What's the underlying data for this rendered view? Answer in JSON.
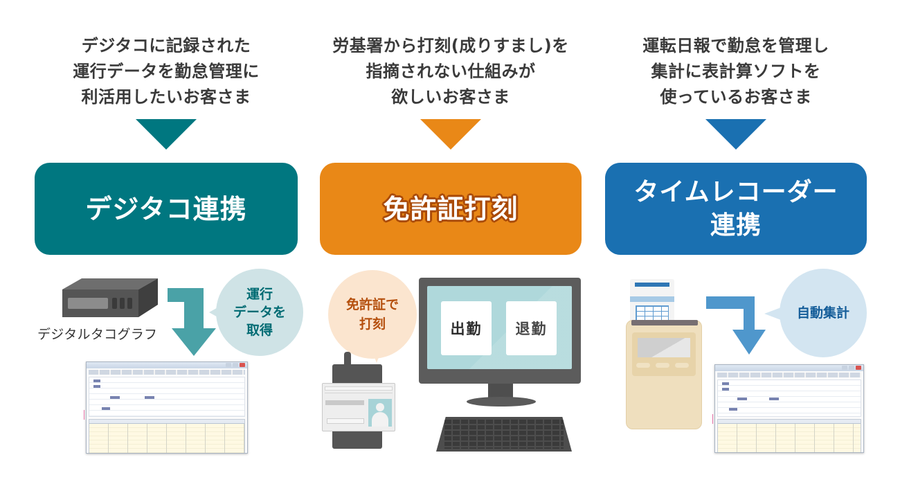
{
  "columns": [
    {
      "id": "digitaco",
      "accent_color": "#007780",
      "lead_lines": [
        "デジタコに記録された",
        "運行データを勤怠管理に",
        "利活用したいお客さま"
      ],
      "banner_lines": [
        "デジタコ連携"
      ],
      "illustration": {
        "device_label": "デジタルタコグラフ",
        "bubble_lines": [
          "運行",
          "データを",
          "取得"
        ],
        "bubble_color": "#cfe3e6",
        "bubble_text_color": "#006b73",
        "arrow_color": "#4aa2a7"
      }
    },
    {
      "id": "license",
      "accent_color": "#e98817",
      "lead_lines": [
        "労基署から打刻(成りすまし)を",
        "指摘されない仕組みが",
        "欲しいお客さま"
      ],
      "banner_lines": [
        "免許証打刻"
      ],
      "illustration": {
        "bubble_lines": [
          "免許証で",
          "打刻"
        ],
        "bubble_color": "#fbe5cf",
        "bubble_text_color": "#b5500e",
        "screen_buttons": [
          "出勤",
          "退勤"
        ]
      }
    },
    {
      "id": "timerecorder",
      "accent_color": "#1a70b1",
      "lead_lines": [
        "運転日報で勤怠を管理し",
        "集計に表計算ソフトを",
        "使っているお客さま"
      ],
      "banner_lines": [
        "タイムレコーダー",
        "連携"
      ],
      "illustration": {
        "bubble_lines": [
          "自動集計"
        ],
        "bubble_color": "#d3e5f1",
        "bubble_text_color": "#145d99",
        "arrow_color": "#4f97cc"
      }
    }
  ]
}
